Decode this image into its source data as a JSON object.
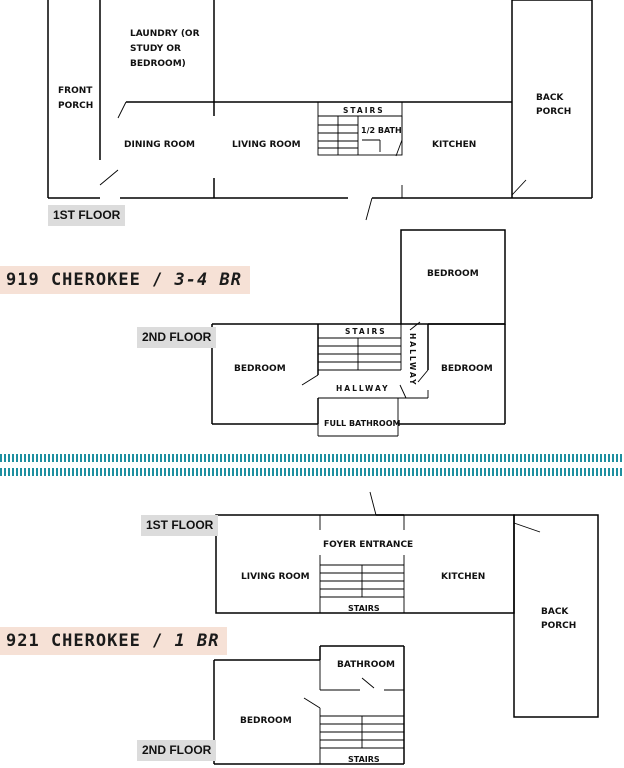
{
  "house_919": {
    "title_name": "919 CHEROKEE / ",
    "title_br": "3-4 BR",
    "floor1_label": "1ST FLOOR",
    "floor2_label": "2ND FLOOR",
    "rooms1": {
      "laundry_l1": "LAUNDRY (OR",
      "laundry_l2": "STUDY OR",
      "laundry_l3": "BEDROOM)",
      "front_porch_l1": "FRONT",
      "front_porch_l2": "PORCH",
      "dining": "DINING ROOM",
      "living": "LIVING ROOM",
      "stairs": "STAIRS",
      "half_bath": "1/2 BATH",
      "kitchen": "KITCHEN",
      "back_porch_l1": "BACK",
      "back_porch_l2": "PORCH"
    },
    "rooms2": {
      "bedroom_top": "BEDROOM",
      "bedroom_left": "BEDROOM",
      "bedroom_right": "BEDROOM",
      "stairs": "STAIRS",
      "hallway_h": "HALLWAY",
      "hallway_v": "HALLWAY",
      "full_bath": "FULL BATHROOM"
    }
  },
  "house_921": {
    "title_name": "921 CHEROKEE / ",
    "title_br": "1 BR",
    "floor1_label": "1ST FLOOR",
    "floor2_label": "2ND FLOOR",
    "rooms1": {
      "foyer": "FOYER ENTRANCE",
      "living": "LIVING ROOM",
      "kitchen": "KITCHEN",
      "stairs": "STAIRS",
      "back_porch_l1": "BACK",
      "back_porch_l2": "PORCH"
    },
    "rooms2": {
      "bathroom": "BATHROOM",
      "bedroom": "BEDROOM",
      "stairs": "STAIRS"
    }
  },
  "colors": {
    "title_bg": "#f6e1d6",
    "tag_bg": "#dcdcdc",
    "divider": "#1f8fa0"
  }
}
